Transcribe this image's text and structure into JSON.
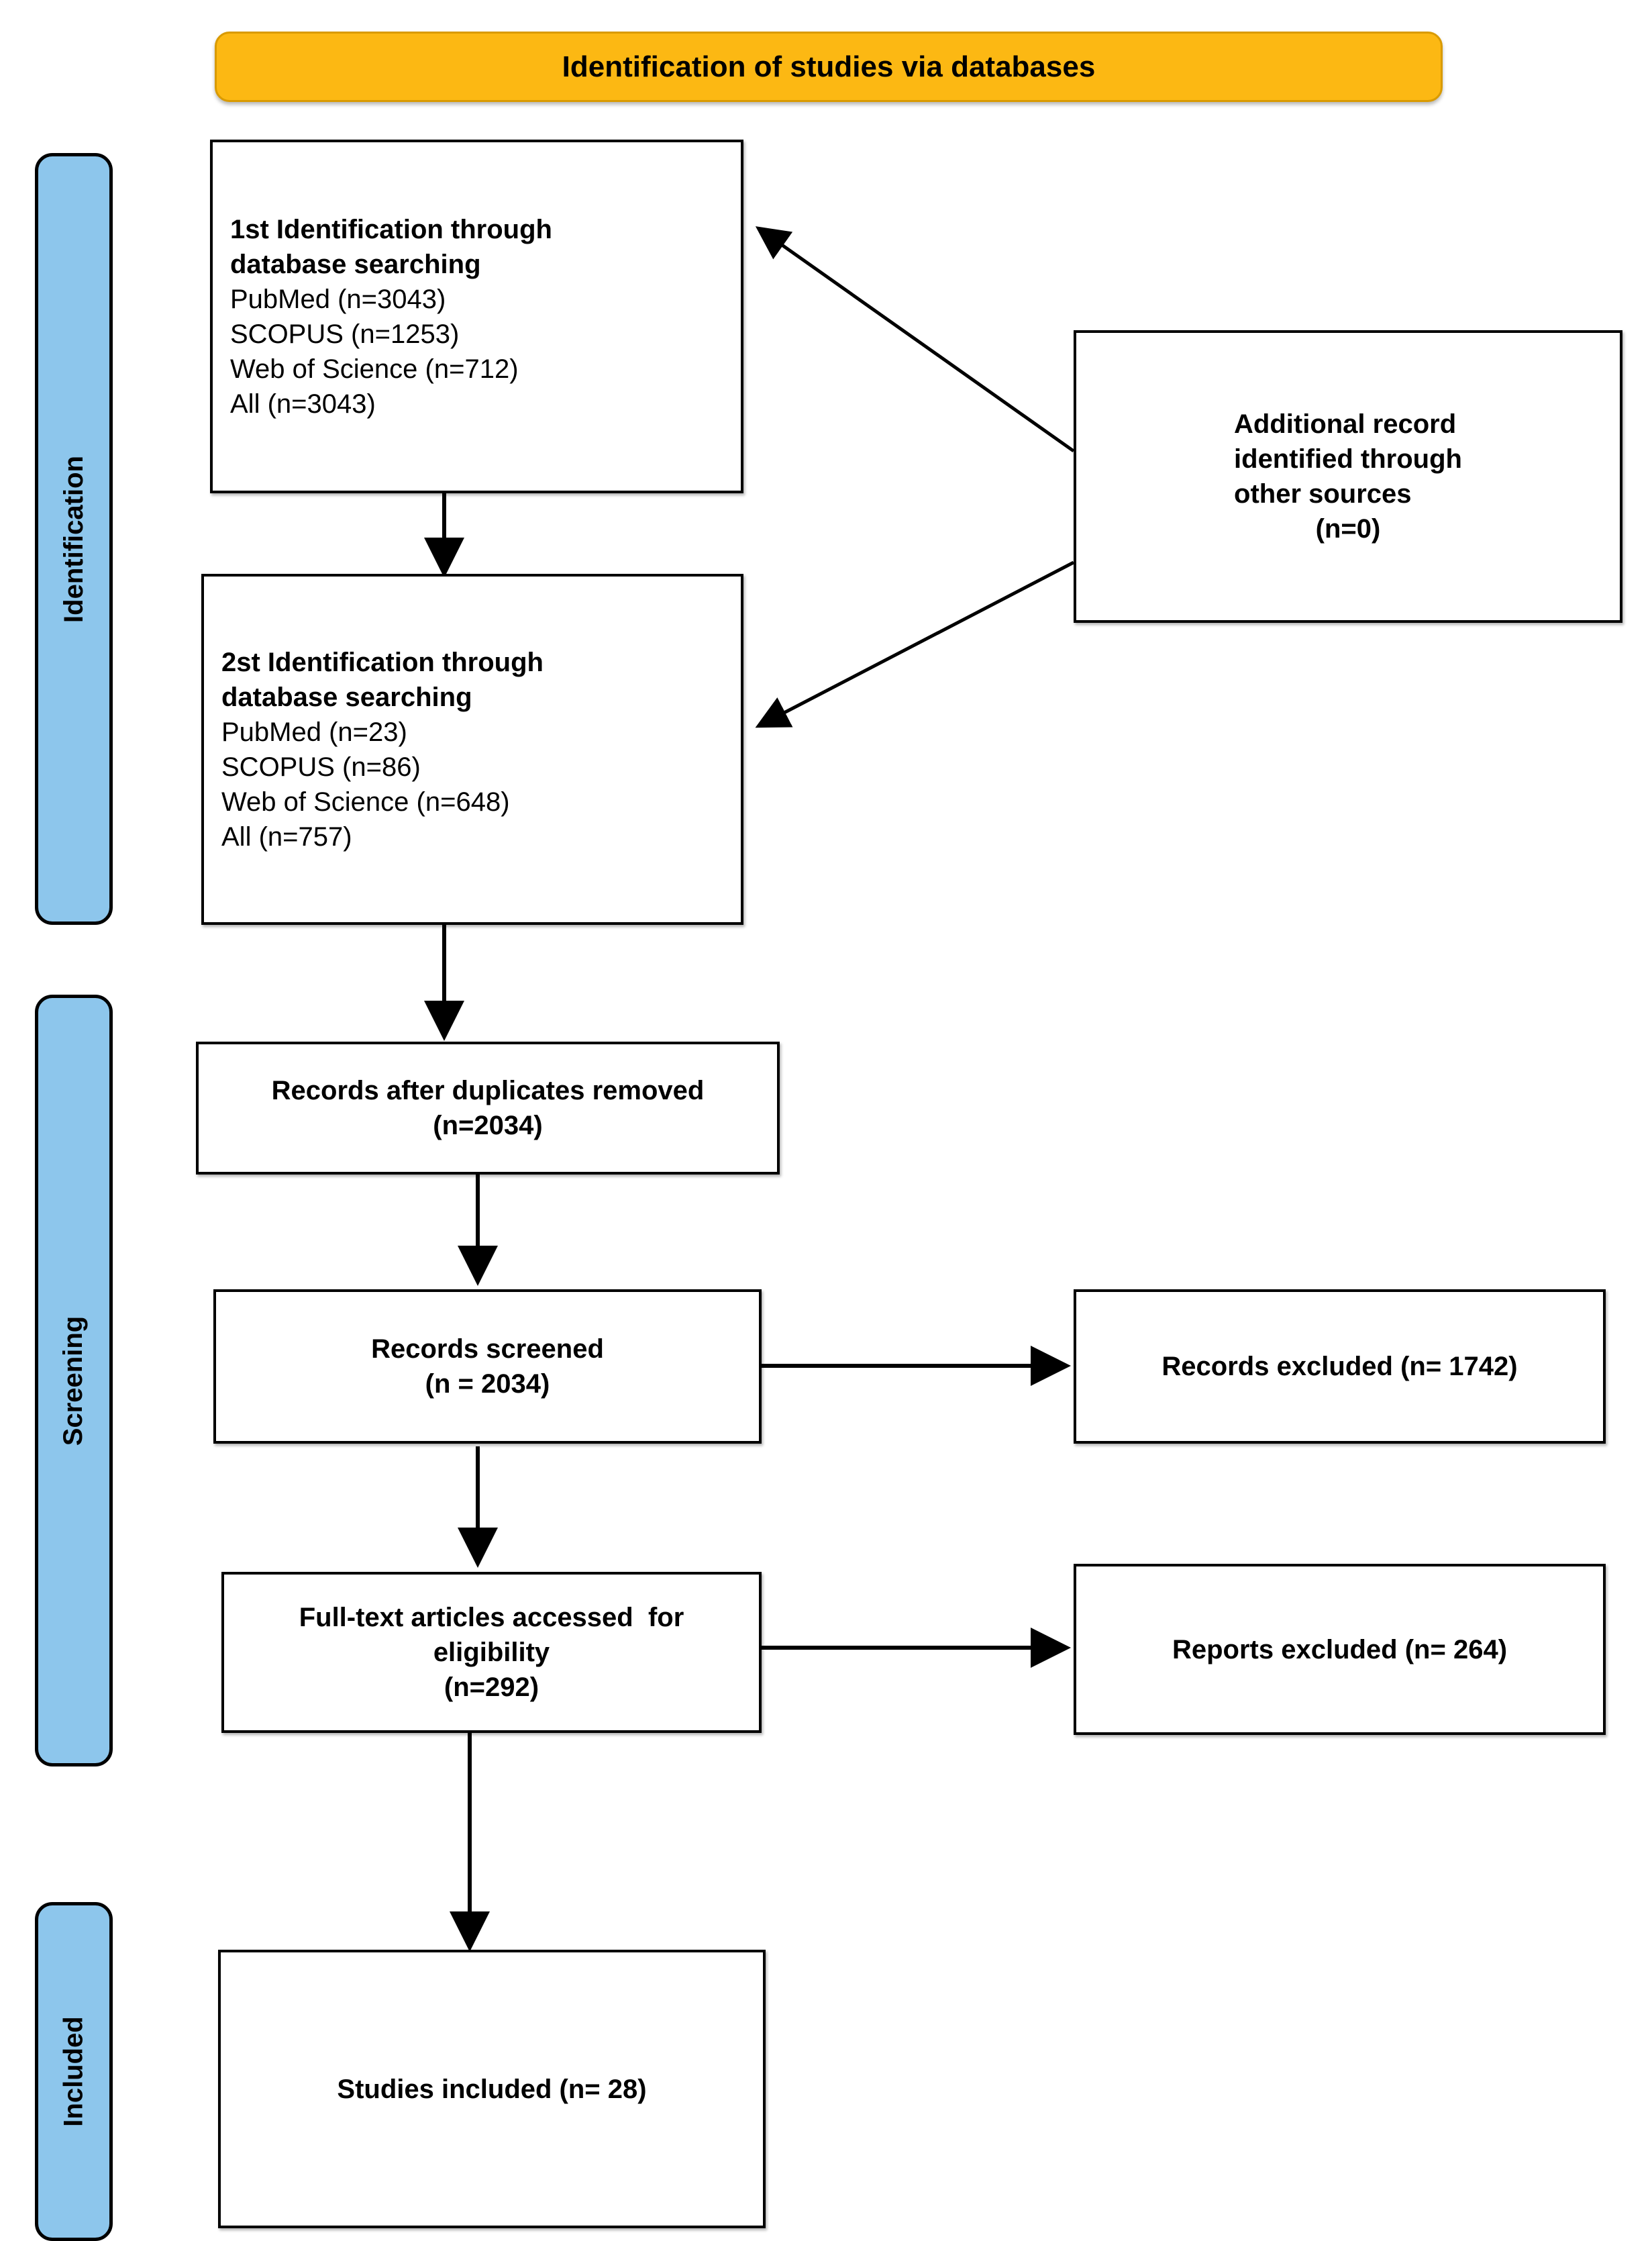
{
  "banner": {
    "title": "Identification of studies via databases"
  },
  "phases": [
    {
      "id": "identification",
      "label": "Identification"
    },
    {
      "id": "screening",
      "label": "Screening"
    },
    {
      "id": "included",
      "label": "Included"
    }
  ],
  "nodes": {
    "identification_1": {
      "lines": [
        {
          "text": "1st Identification through",
          "bold": true,
          "align": "left"
        },
        {
          "text": "database searching",
          "bold": true,
          "align": "left"
        },
        {
          "text": "PubMed (n=3043)",
          "bold": false,
          "align": "left"
        },
        {
          "text": "SCOPUS (n=1253)",
          "bold": false,
          "align": "left"
        },
        {
          "text": "Web of Science (n=712)",
          "bold": false,
          "align": "left"
        },
        {
          "text": "All (n=3043)",
          "bold": false,
          "align": "left"
        }
      ]
    },
    "identification_2": {
      "lines": [
        {
          "text": "2st Identification through",
          "bold": true,
          "align": "left"
        },
        {
          "text": "database searching",
          "bold": true,
          "align": "left"
        },
        {
          "text": "PubMed (n=23)",
          "bold": false,
          "align": "left"
        },
        {
          "text": "SCOPUS (n=86)",
          "bold": false,
          "align": "left"
        },
        {
          "text": "Web of Science (n=648)",
          "bold": false,
          "align": "left"
        },
        {
          "text": "All (n=757)",
          "bold": false,
          "align": "left"
        }
      ]
    },
    "additional_records": {
      "lines": [
        {
          "text": "Additional record",
          "bold": true,
          "align": "left"
        },
        {
          "text": "identified through",
          "bold": true,
          "align": "left"
        },
        {
          "text": "other sources",
          "bold": true,
          "align": "left"
        },
        {
          "text": "(n=0)",
          "bold": true,
          "align": "center"
        }
      ]
    },
    "duplicates_removed": {
      "lines": [
        {
          "text": "Records after duplicates removed",
          "bold": true,
          "align": "center"
        },
        {
          "text": "(n=2034)",
          "bold": true,
          "align": "center"
        }
      ]
    },
    "records_screened": {
      "lines": [
        {
          "text": "Records screened",
          "bold": true,
          "align": "center"
        },
        {
          "text": "(n = 2034)",
          "bold": true,
          "align": "center"
        }
      ]
    },
    "records_excluded": {
      "lines": [
        {
          "text": "Records excluded (n= 1742)",
          "bold": true,
          "align": "center"
        }
      ]
    },
    "fulltext_assessed": {
      "lines": [
        {
          "text": "Full-text articles accessed  for",
          "bold": true,
          "align": "center"
        },
        {
          "text": "eligibility",
          "bold": true,
          "align": "center"
        },
        {
          "text": "(n=292)",
          "bold": true,
          "align": "center"
        }
      ]
    },
    "reports_excluded": {
      "lines": [
        {
          "text": "Reports excluded (n= 264)",
          "bold": true,
          "align": "center"
        }
      ]
    },
    "studies_included": {
      "lines": [
        {
          "text": "Studies included (n= 28)",
          "bold": true,
          "align": "center"
        }
      ]
    }
  },
  "colors": {
    "banner_fill": "#FCB813",
    "banner_border": "#D99A00",
    "phase_fill": "#8DC6EC",
    "node_border": "#000000",
    "node_fill": "#FFFFFF",
    "text": "#000000"
  },
  "flow_data": {
    "type": "diagram",
    "title": "Identification of studies via databases",
    "edges": [
      {
        "from": "identification_1",
        "to": "identification_2",
        "direction": "down"
      },
      {
        "from": "additional_records",
        "to": "identification_1",
        "direction": "left-up"
      },
      {
        "from": "additional_records",
        "to": "identification_2",
        "direction": "left-down"
      },
      {
        "from": "identification_2",
        "to": "duplicates_removed",
        "direction": "down"
      },
      {
        "from": "duplicates_removed",
        "to": "records_screened",
        "direction": "down"
      },
      {
        "from": "records_screened",
        "to": "records_excluded",
        "direction": "right"
      },
      {
        "from": "records_screened",
        "to": "fulltext_assessed",
        "direction": "down"
      },
      {
        "from": "fulltext_assessed",
        "to": "reports_excluded",
        "direction": "right"
      },
      {
        "from": "fulltext_assessed",
        "to": "studies_included",
        "direction": "down"
      }
    ],
    "counts": {
      "pubmed_1": 3043,
      "scopus_1": 1253,
      "wos_1": 712,
      "all_1": 3043,
      "pubmed_2": 23,
      "scopus_2": 86,
      "wos_2": 648,
      "all_2": 757,
      "additional_records": 0,
      "after_duplicates": 2034,
      "records_screened": 2034,
      "records_excluded": 1742,
      "fulltext_assessed": 292,
      "reports_excluded": 264,
      "studies_included": 28
    }
  }
}
